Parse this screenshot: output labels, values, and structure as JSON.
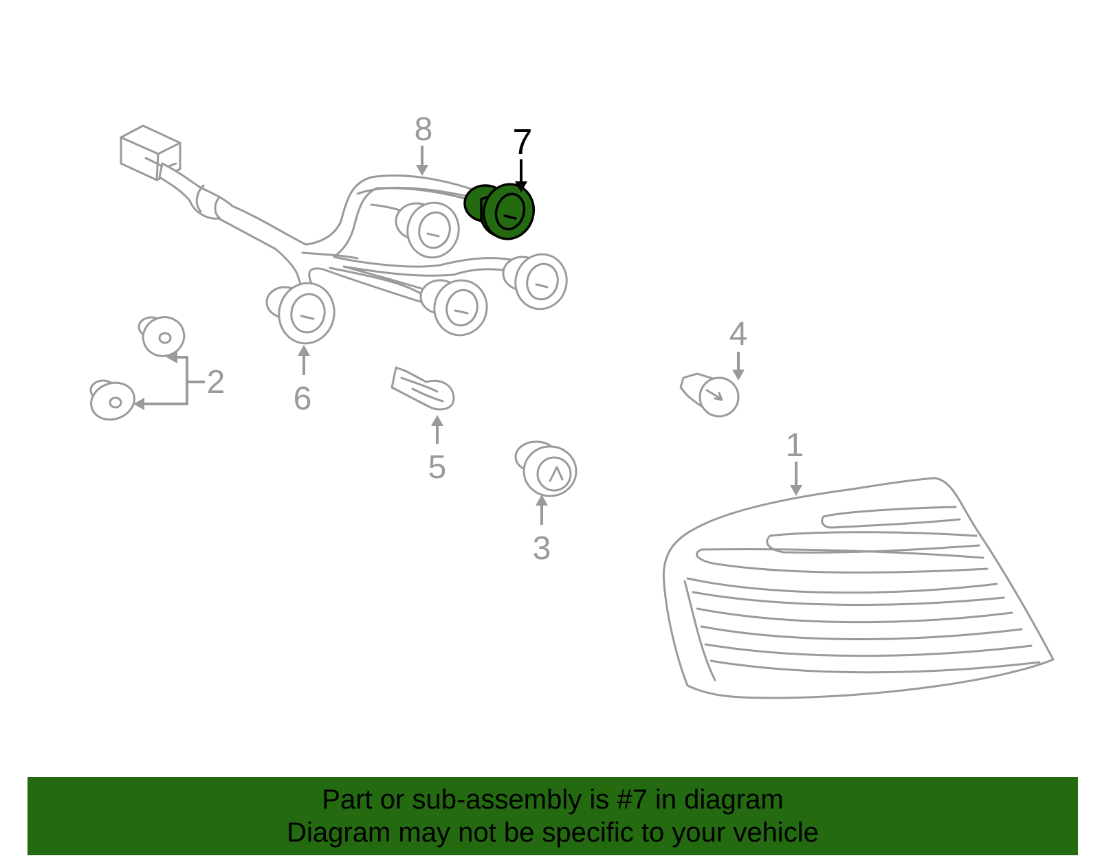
{
  "diagram": {
    "callouts": {
      "c1": "1",
      "c2": "2",
      "c3": "3",
      "c4": "4",
      "c5": "5",
      "c6": "6",
      "c7": "7",
      "c8": "8"
    },
    "highlighted_part": "7",
    "colors": {
      "highlight_fill": "#236a10",
      "part_stroke": "#9a9a9a",
      "banner": "#236a10"
    }
  },
  "banner": {
    "line1": "Part or sub-assembly is #7 in diagram",
    "line2": "Diagram may not be specific to your vehicle"
  }
}
